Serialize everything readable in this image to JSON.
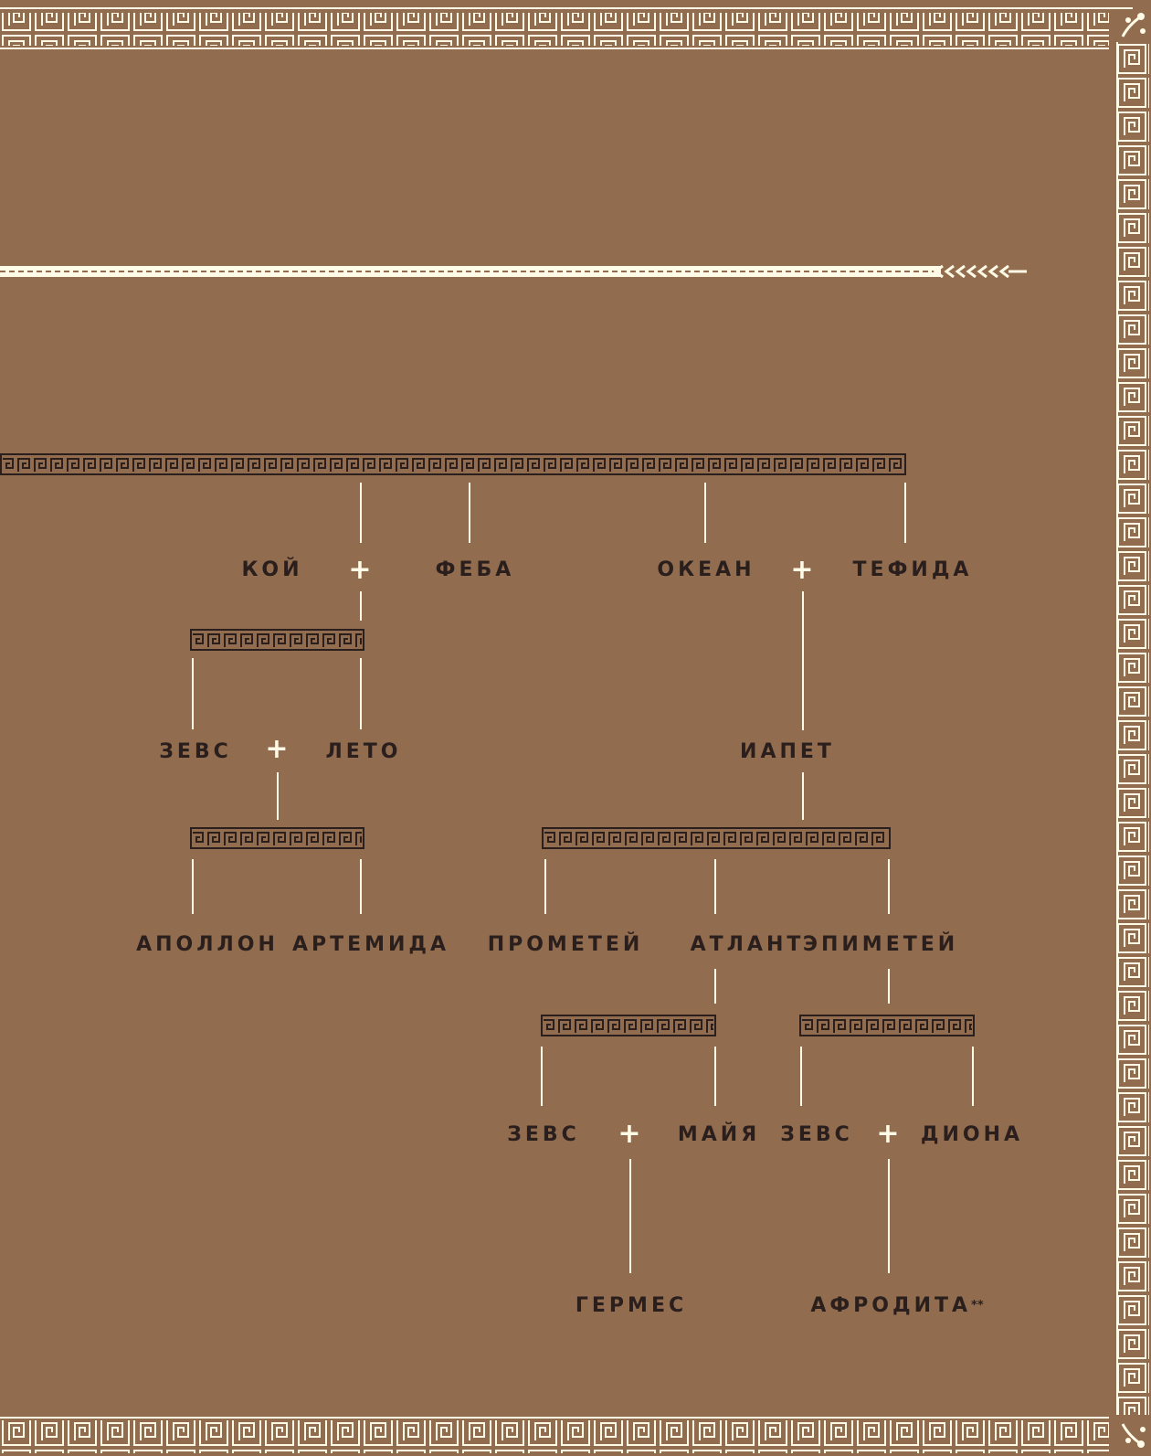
{
  "diagram": {
    "nodes": {
      "koi": "КОЙ",
      "feba": "ФЕБА",
      "okean": "ОКЕАН",
      "tefida": "ТЕФИДА",
      "zevs1": "ЗЕВС",
      "leto": "ЛЕТО",
      "iapet": "ИАПЕТ",
      "apollon": "АПОЛЛОН",
      "artemida": "АРТЕМИДА",
      "prometei": "ПРОМЕТЕЙ",
      "atlant": "АТЛАНТ",
      "epimetei": "ЭПИМЕТЕЙ",
      "zevs2": "ЗЕВС",
      "maiya": "МАЙЯ",
      "zevs3": "ЗЕВС",
      "diona": "ДИОНА",
      "germes": "ГЕРМЕС",
      "afrodita": "АФРОДИТА",
      "afrodita_mark": "**"
    },
    "union_symbol": "+"
  },
  "colors": {
    "background": "#916c4f",
    "lines": "#fffbe6",
    "text": "#2a1f1d",
    "meander": "#2a1f1d"
  }
}
